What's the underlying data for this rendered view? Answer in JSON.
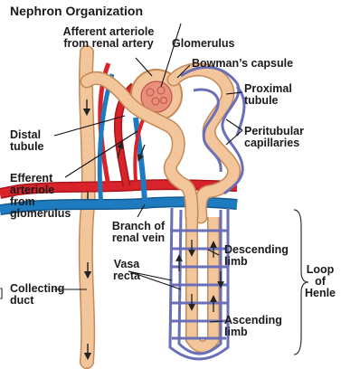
{
  "title": "Nephron Organization",
  "labels": {
    "afferent_arteriole": [
      "Afferent arteriole",
      "from renal artery"
    ],
    "glomerulus": "Glomerulus",
    "bowmans_capsule": "Bowman’s capsule",
    "proximal_tubule": [
      "Proximal",
      "tubule"
    ],
    "peritubular_capillaries": [
      "Peritubular",
      "capillaries"
    ],
    "distal_tubule": [
      "Distal",
      "tubule"
    ],
    "efferent_arteriole": [
      "Efferent",
      "arteriole",
      "from",
      "glomerulus"
    ],
    "branch_renal_vein": [
      "Branch of",
      "renal vein"
    ],
    "descending_limb": [
      "Descending",
      "limb"
    ],
    "vasa_recta": [
      "Vasa",
      "recta"
    ],
    "loop_of_henle": [
      "Loop",
      "of",
      "Henle"
    ],
    "collecting_duct": [
      "Collecting",
      "duct"
    ],
    "ascending_limb": [
      "Ascending",
      "limb"
    ],
    "edge_mark": "]"
  },
  "colors": {
    "tubule": "#f2c59a",
    "tubule_outline": "#c48a58",
    "artery": "#d8232a",
    "vein": "#1e7bbf",
    "capillary": "#6a6fb8",
    "flow_arrow": "#222222",
    "leader": "#111111"
  }
}
